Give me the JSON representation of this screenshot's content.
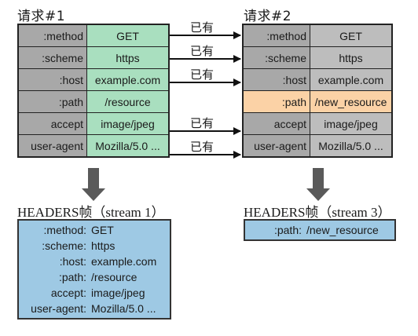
{
  "request1": {
    "title": "请求#1",
    "rows": [
      {
        "name": ":method",
        "value": "GET"
      },
      {
        "name": ":scheme",
        "value": "https"
      },
      {
        "name": ":host",
        "value": "example.com"
      },
      {
        "name": ":path",
        "value": "/resource"
      },
      {
        "name": "accept",
        "value": "image/jpeg"
      },
      {
        "name": "user-agent",
        "value": "Mozilla/5.0 ..."
      }
    ]
  },
  "request2": {
    "title": "请求#2",
    "rows": [
      {
        "name": ":method",
        "value": "GET"
      },
      {
        "name": ":scheme",
        "value": "https"
      },
      {
        "name": ":host",
        "value": "example.com"
      },
      {
        "name": ":path",
        "value": "/new_resource"
      },
      {
        "name": "accept",
        "value": "image/jpeg"
      },
      {
        "name": "user-agent",
        "value": "Mozilla/5.0 ..."
      }
    ]
  },
  "arrow_label": "已有",
  "frame1": {
    "caption": "HEADERS帧（stream 1）",
    "rows": [
      {
        "name": ":method:",
        "value": "GET"
      },
      {
        "name": ":scheme:",
        "value": "https"
      },
      {
        "name": ":host:",
        "value": "example.com"
      },
      {
        "name": ":path:",
        "value": "/resource"
      },
      {
        "name": "accept:",
        "value": "image/jpeg"
      },
      {
        "name": "user-agent:",
        "value": "Mozilla/5.0 ..."
      }
    ]
  },
  "frame2": {
    "caption": "HEADERS帧（stream 3）",
    "rows": [
      {
        "name": ":path:",
        "value": "/new_resource"
      }
    ]
  }
}
